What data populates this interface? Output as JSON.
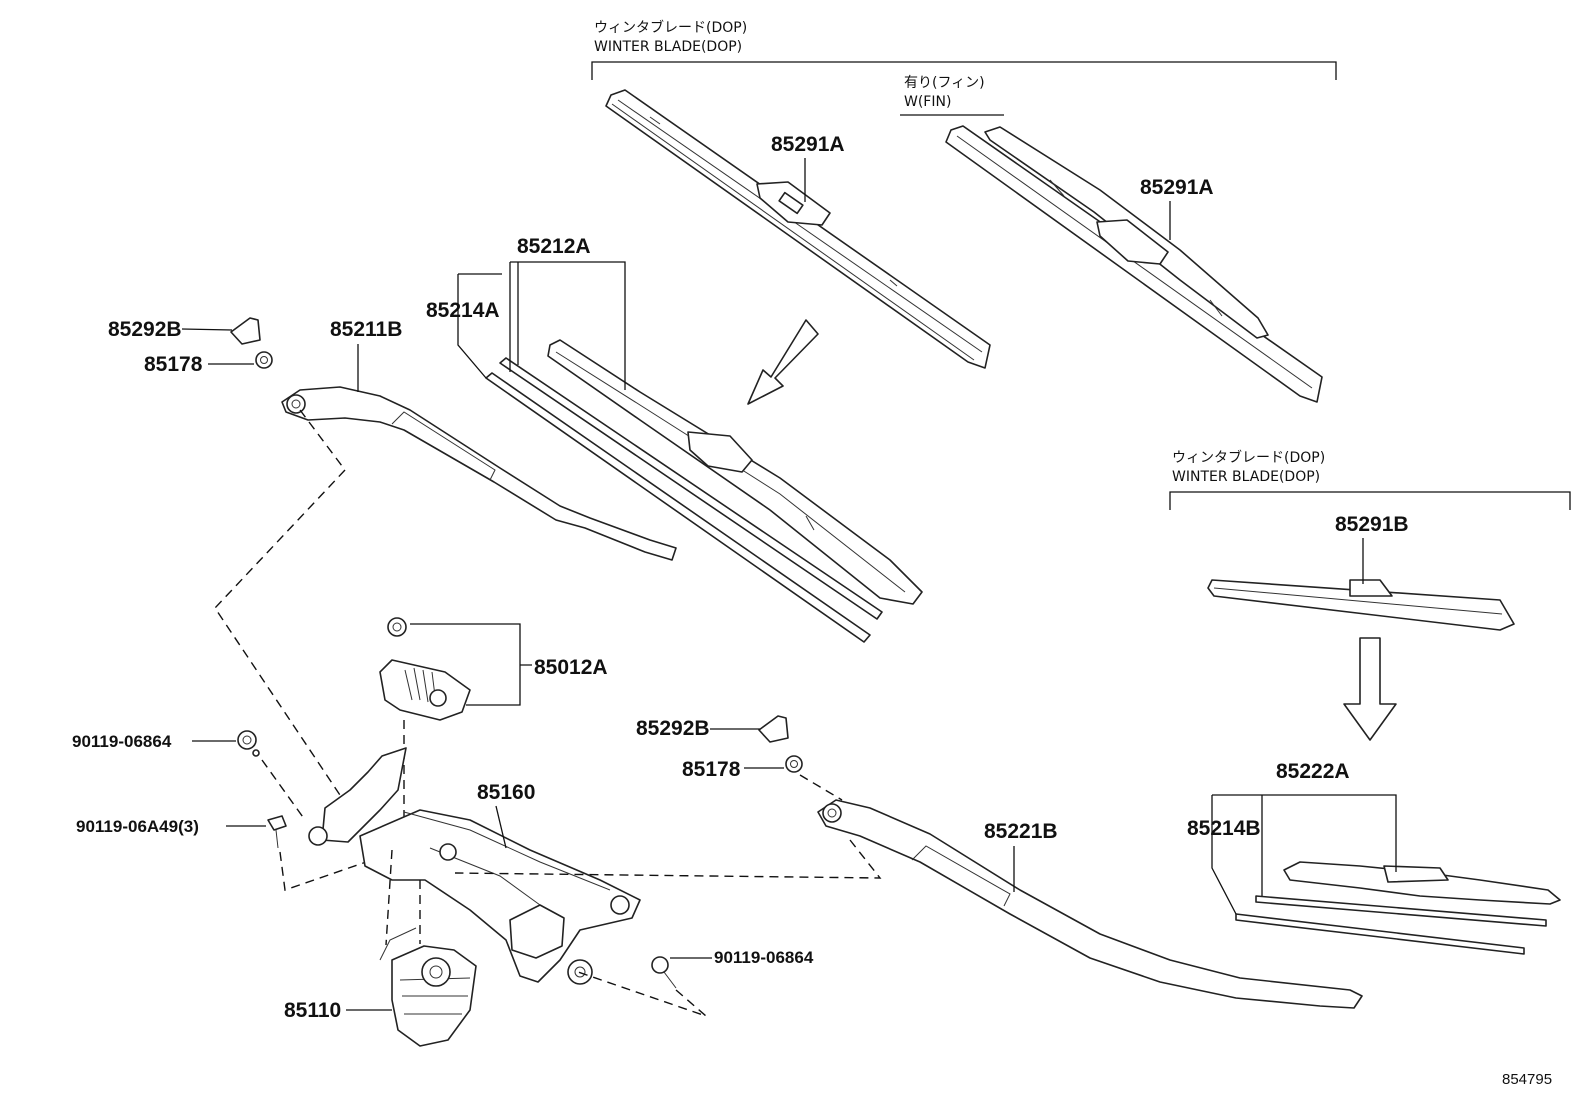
{
  "notes": {
    "winter_blade_jp": "ウィンタブレード(DOP)",
    "winter_blade_en": "WINTER BLADE(DOP)",
    "fin_jp": "有り(フィン)",
    "fin_en": "W(FIN)"
  },
  "parts": {
    "p85291A_1": "85291A",
    "p85291A_2": "85291A",
    "p85212A": "85212A",
    "p85214A": "85214A",
    "p85292B_1": "85292B",
    "p85178_1": "85178",
    "p85211B": "85211B",
    "p85012A": "85012A",
    "p90119_06864_1": "90119-06864",
    "p90119_06A49": "90119-06A49(3)",
    "p85160": "85160",
    "p85292B_2": "85292B",
    "p85178_2": "85178",
    "p85221B": "85221B",
    "p90119_06864_2": "90119-06864",
    "p85110": "85110",
    "p85291B": "85291B",
    "p85222A": "85222A",
    "p85214B": "85214B"
  },
  "figure_id": "854795"
}
